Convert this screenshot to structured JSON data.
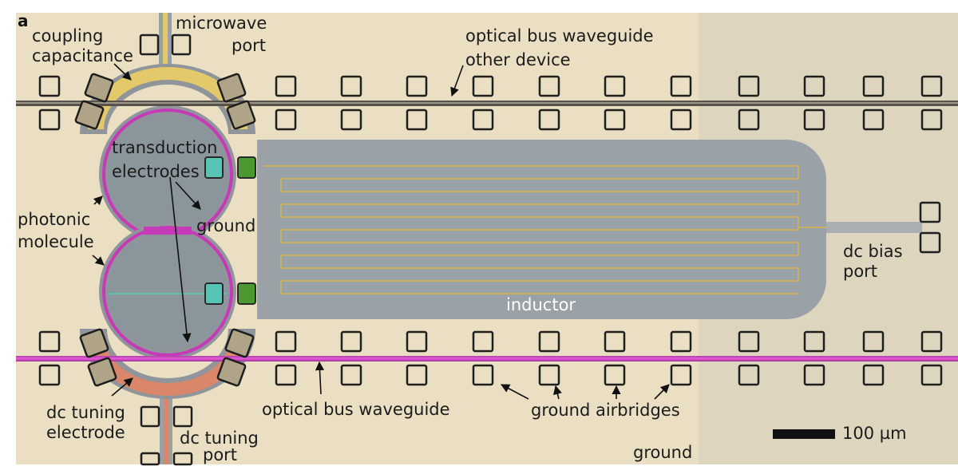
{
  "figure": {
    "panel_letter": "a",
    "labels": {
      "microwave_port_1": "microwave",
      "microwave_port_2": "port",
      "coupling_cap_1": "coupling",
      "coupling_cap_2": "capacitance",
      "optical_bus_top": "optical bus waveguide",
      "other_device": "other device",
      "transduction_1": "transduction",
      "transduction_2": "electrodes",
      "ground_mid": "ground",
      "photonic_1": "photonic",
      "photonic_2": "molecule",
      "inductor": "inductor",
      "dc_bias_1": "dc bias",
      "dc_bias_2": "port",
      "optical_bus_bottom": "optical bus waveguide",
      "ground_airbridges": "ground airbridges",
      "dc_tuning_electrode_1": "dc tuning",
      "dc_tuning_electrode_2": "electrode",
      "dc_tuning_port_1": "dc tuning",
      "dc_tuning_port_2": "port",
      "ground_bottom": "ground",
      "scale_bar": "100 µm"
    },
    "colors": {
      "substrate": "#e9dfc3",
      "substrate_shadow": "#ddd4bd",
      "metal_gray": "#8f959a",
      "inductor_fill": "#9aa1a7",
      "gold_electrode": "#e4c96a",
      "orange_electrode": "#d9866a",
      "magenta_waveguide": "#c63ab8",
      "teal_pad": "#58c4b5",
      "green_pad": "#4b9a2f"
    }
  }
}
